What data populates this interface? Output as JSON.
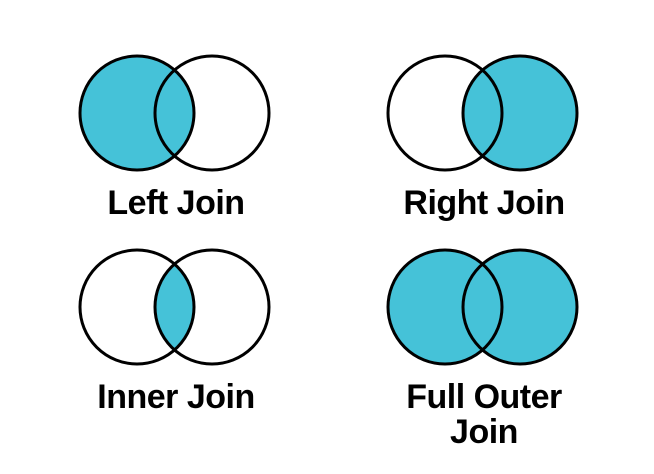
{
  "diagrams": [
    {
      "id": "left-join",
      "label": "Left Join",
      "filled": "left"
    },
    {
      "id": "right-join",
      "label": "Right Join",
      "filled": "right"
    },
    {
      "id": "inner-join",
      "label": "Inner Join",
      "filled": "intersection"
    },
    {
      "id": "full-outer-join",
      "label": "Full Outer Join",
      "filled": "both"
    }
  ],
  "colors": {
    "fill": "#45c2d8",
    "stroke": "#000000",
    "background": "#ffffff",
    "label_text": "#000000"
  }
}
